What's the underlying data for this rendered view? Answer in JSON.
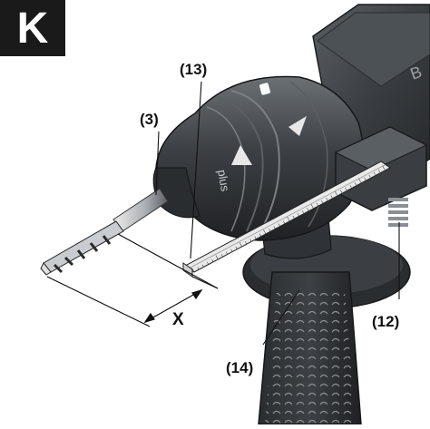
{
  "figure": {
    "letter": "K",
    "callouts": {
      "bit": "(3)",
      "depth_stop": "(13)",
      "handle_grip": "(14)",
      "clamp_button": "(12)"
    },
    "dimension_label": "X",
    "tool_text": {
      "plus": "plus",
      "brand_fragment": "B"
    }
  },
  "colors": {
    "body_dark": "#2b2e31",
    "body_mid": "#3e4246",
    "body_light": "#5a5f64",
    "grip_dots": "#7a7f84",
    "ink": "#111111"
  }
}
